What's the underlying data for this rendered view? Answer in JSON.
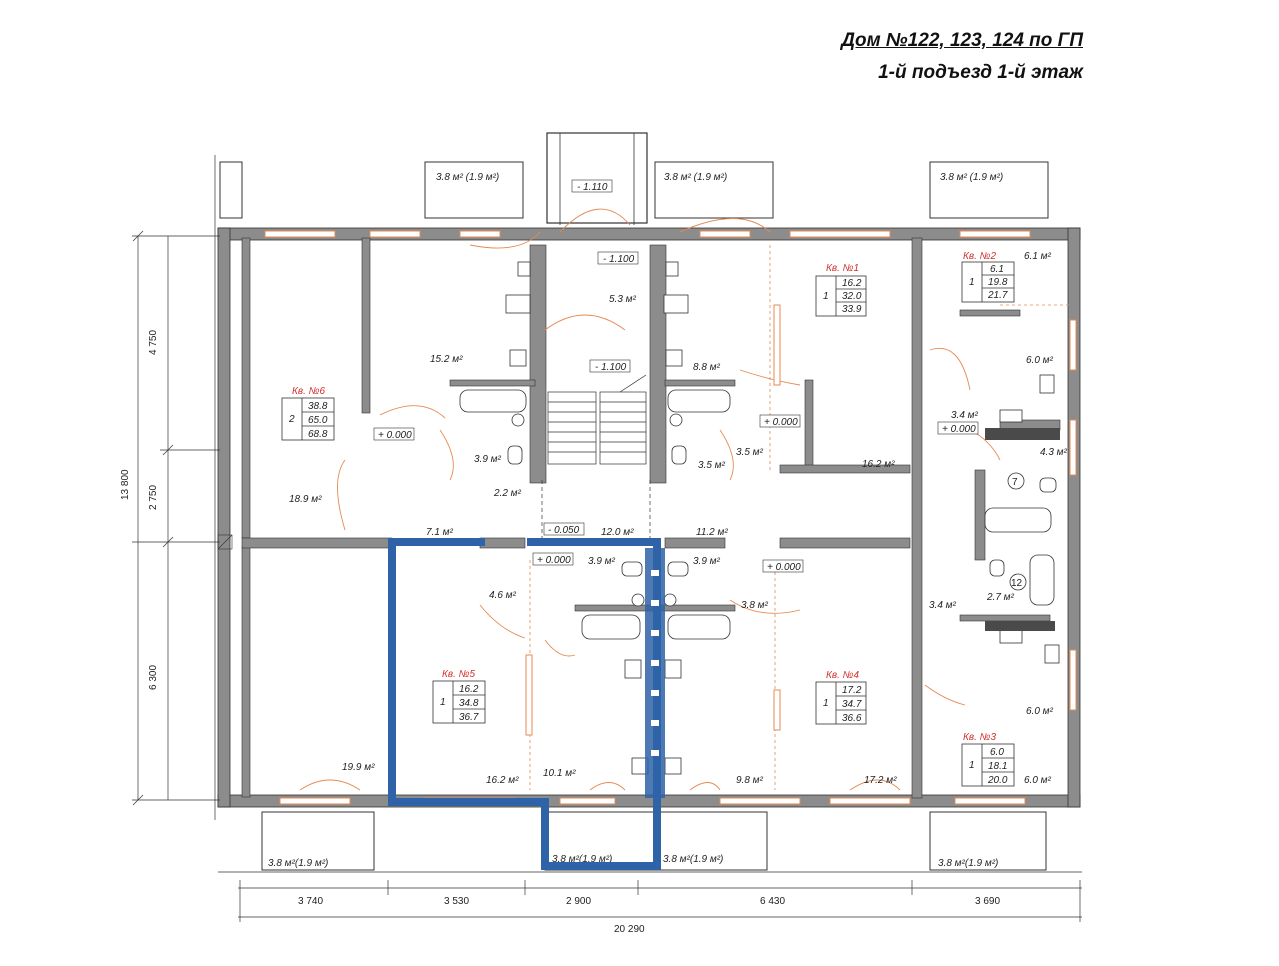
{
  "header": {
    "title": "Дом №122, 123, 124 по ГП",
    "subtitle": "1-й подъезд 1-й этаж"
  },
  "balconies": [
    {
      "label": "3.8 м² (1.9 м²)",
      "pos": "top-left"
    },
    {
      "label": "3.8 м² (1.9 м²)",
      "pos": "top-center"
    },
    {
      "label": "3.8 м² (1.9 м²)",
      "pos": "top-right"
    },
    {
      "label": "3.8 м²(1.9 м²)",
      "pos": "bottom-left"
    },
    {
      "label": "3.8 м²(1.9 м²)",
      "pos": "bottom-center-left"
    },
    {
      "label": "3.8 м²(1.9 м²)",
      "pos": "bottom-center-right"
    },
    {
      "label": "3.8 м²(1.9 м²)",
      "pos": "bottom-right"
    }
  ],
  "levels": {
    "l1": "- 1.110",
    "l2": "- 1.100",
    "l3": "- 1.100",
    "l4": "- 0.050",
    "z1": "+ 0.000",
    "z2": "+ 0.000",
    "z3": "+ 0.000",
    "z4": "+ 0.000",
    "z5": "+ 0.000"
  },
  "rooms": {
    "r152": "15.2 м²",
    "r53": "5.3 м²",
    "r88": "8.8 м²",
    "r39a": "3.9 м²",
    "r35a": "3.5 м²",
    "r35b": "3.5 м²",
    "r162a": "16.2 м²",
    "r61": "6.1 м²",
    "r60a": "6.0 м²",
    "r34a": "3.4 м²",
    "r43": "4.3 м²",
    "r189": "18.9 м²",
    "r22": "2.2 м²",
    "r71": "7.1 м²",
    "r120": "12.0 м²",
    "r112": "11.2 м²",
    "r39b": "3.9 м²",
    "r39c": "3.9 м²",
    "r46": "4.6 м²",
    "r38": "3.8 м²",
    "r34b": "3.4 м²",
    "r27": "2.7 м²",
    "r60b": "6.0 м²",
    "r199": "19.9 м²",
    "r162b": "16.2 м²",
    "r101": "10.1 м²",
    "r98": "9.8 м²",
    "r172": "17.2 м²",
    "r60c": "6.0 м²"
  },
  "apartments": [
    {
      "id": "kv1",
      "name": "Кв. №1",
      "rooms": "1",
      "vals": [
        "16.2",
        "32.0",
        "33.9"
      ]
    },
    {
      "id": "kv2",
      "name": "Кв. №2",
      "rooms": "1",
      "vals": [
        "6.1",
        "19.8",
        "21.7"
      ]
    },
    {
      "id": "kv3",
      "name": "Кв. №3",
      "rooms": "1",
      "vals": [
        "6.0",
        "18.1",
        "20.0"
      ]
    },
    {
      "id": "kv4",
      "name": "Кв. №4",
      "rooms": "1",
      "vals": [
        "17.2",
        "34.7",
        "36.6"
      ]
    },
    {
      "id": "kv5",
      "name": "Кв. №5",
      "rooms": "1",
      "vals": [
        "16.2",
        "34.8",
        "36.7"
      ]
    },
    {
      "id": "kv6",
      "name": "Кв. №6",
      "rooms": "2",
      "vals": [
        "38.8",
        "65.0",
        "68.8"
      ]
    }
  ],
  "markers": {
    "m7": "7",
    "m12": "12"
  },
  "dims": {
    "left": [
      "4 750",
      "2 750",
      "6 300"
    ],
    "total_v": "13 800",
    "bottom": [
      "3 740",
      "3 530",
      "2 900",
      "6 430",
      "3 690"
    ],
    "total_h": "20 290"
  },
  "colors": {
    "wall": "#8c8c8c",
    "highlight": "#2e63a8",
    "door": "#e58a52",
    "text_red": "#d0312d"
  }
}
